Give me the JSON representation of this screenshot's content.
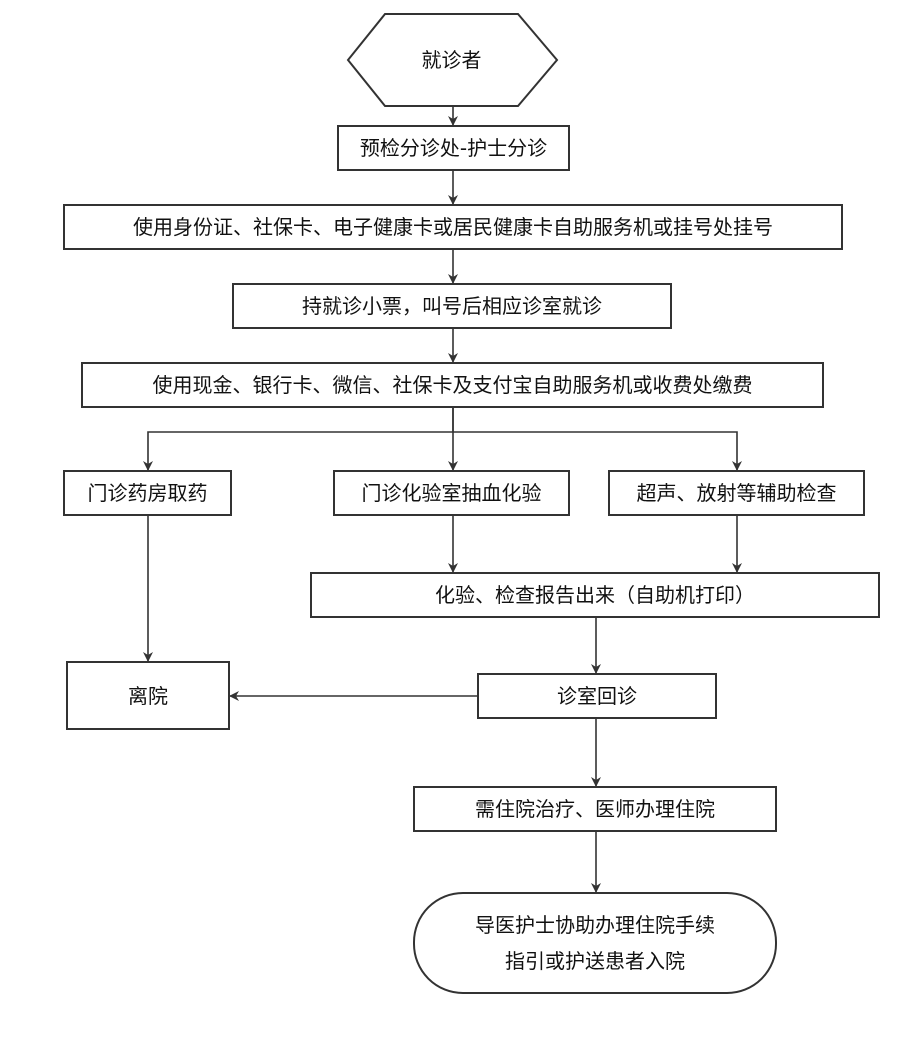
{
  "diagram": {
    "type": "flowchart",
    "nodes": [
      {
        "id": "patient",
        "shape": "hexagon",
        "label": "就诊者"
      },
      {
        "id": "triage",
        "shape": "rect",
        "label": "预检分诊处-护士分诊"
      },
      {
        "id": "register",
        "shape": "rect",
        "label": "使用身份证、社保卡、电子健康卡或居民健康卡自助服务机或挂号处挂号"
      },
      {
        "id": "consult",
        "shape": "rect",
        "label": "持就诊小票，叫号后相应诊室就诊"
      },
      {
        "id": "payment",
        "shape": "rect",
        "label": "使用现金、银行卡、微信、社保卡及支付宝自助服务机或收费处缴费"
      },
      {
        "id": "pharmacy",
        "shape": "rect",
        "label": "门诊药房取药"
      },
      {
        "id": "lab",
        "shape": "rect",
        "label": "门诊化验室抽血化验"
      },
      {
        "id": "imaging",
        "shape": "rect",
        "label": "超声、放射等辅助检查"
      },
      {
        "id": "report",
        "shape": "rect",
        "label": "化验、检查报告出来（自助机打印）"
      },
      {
        "id": "leave",
        "shape": "rect",
        "label": "离院"
      },
      {
        "id": "revisit",
        "shape": "rect",
        "label": "诊室回诊"
      },
      {
        "id": "admission",
        "shape": "rect",
        "label": "需住院治疗、医师办理住院"
      },
      {
        "id": "guide",
        "shape": "terminator",
        "lines": [
          "导医护士协助办理住院手续",
          "指引或护送患者入院"
        ]
      }
    ],
    "edges": [
      {
        "from": "patient",
        "to": "triage"
      },
      {
        "from": "triage",
        "to": "register"
      },
      {
        "from": "register",
        "to": "consult"
      },
      {
        "from": "consult",
        "to": "payment"
      },
      {
        "from": "payment",
        "to": "pharmacy"
      },
      {
        "from": "payment",
        "to": "lab"
      },
      {
        "from": "payment",
        "to": "imaging"
      },
      {
        "from": "pharmacy",
        "to": "leave"
      },
      {
        "from": "lab",
        "to": "report"
      },
      {
        "from": "imaging",
        "to": "report"
      },
      {
        "from": "report",
        "to": "revisit"
      },
      {
        "from": "revisit",
        "to": "leave"
      },
      {
        "from": "revisit",
        "to": "admission"
      },
      {
        "from": "admission",
        "to": "guide"
      }
    ],
    "colors": {
      "stroke": "#333333",
      "text": "#111111",
      "background": "#ffffff"
    }
  }
}
